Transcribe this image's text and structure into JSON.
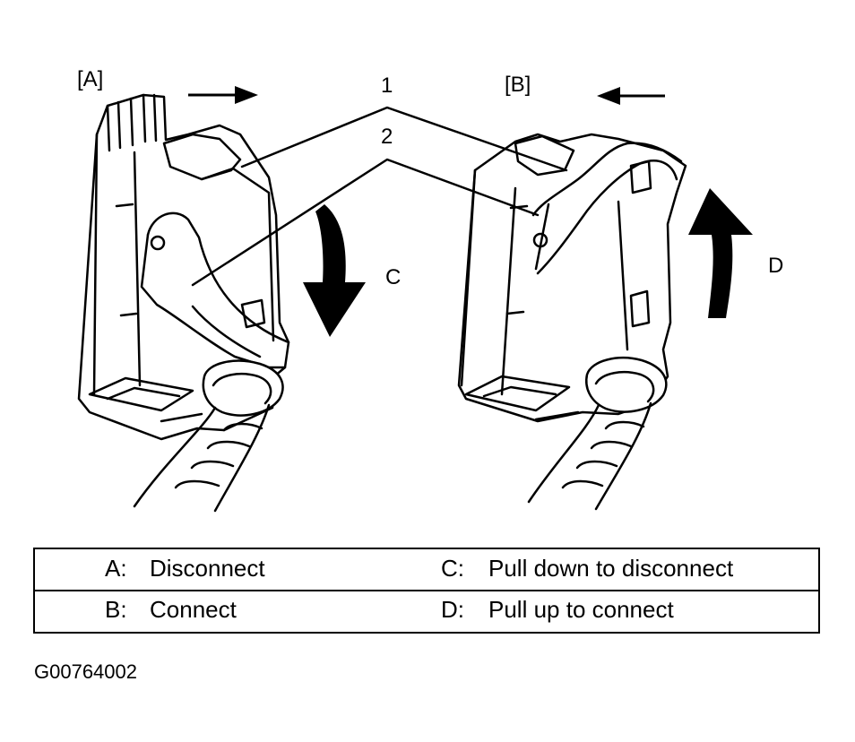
{
  "diagram": {
    "label_a": "[A]",
    "label_b": "[B]",
    "callout_1": "1",
    "callout_2": "2",
    "label_c": "C",
    "label_d": "D"
  },
  "legend": {
    "rows": [
      {
        "key_left": "A:",
        "desc_left": "Disconnect",
        "key_right": "C:",
        "desc_right": "Pull down to disconnect"
      },
      {
        "key_left": "B:",
        "desc_left": "Connect",
        "key_right": "D:",
        "desc_right": "Pull up to connect"
      }
    ]
  },
  "figure_code": "G00764002"
}
